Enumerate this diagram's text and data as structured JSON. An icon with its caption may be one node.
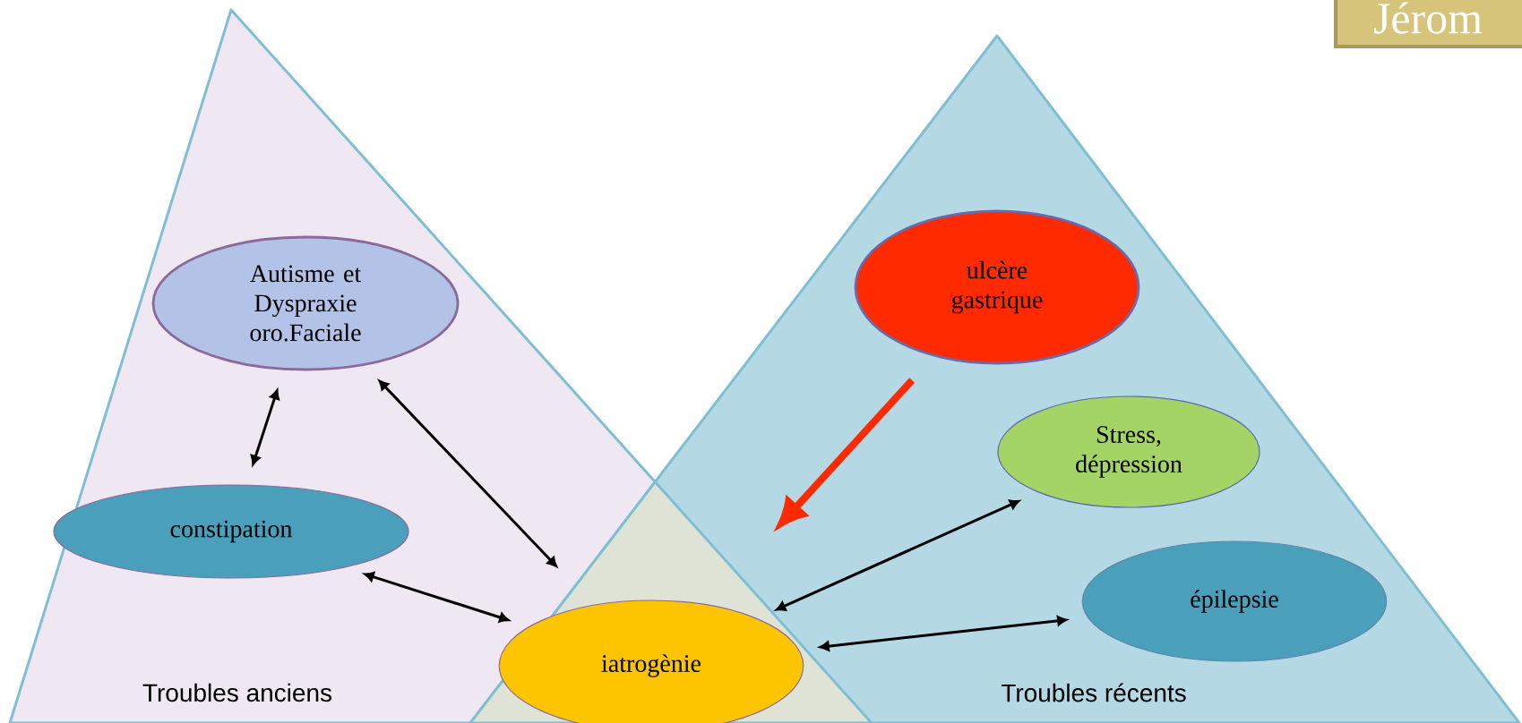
{
  "diagram": {
    "nodes": [
      {
        "text": [
          "Troubles anciens"
        ]
      },
      {
        "text": [
          "Troubles récents"
        ]
      },
      {
        "text": [
          "Autisme et Dyspraxie oro.Faciale"
        ],
        "in": 0
      },
      {
        "text": [
          "constipation"
        ],
        "in": 0
      },
      {
        "text": [
          "ulcère gastrique"
        ],
        "in": 1
      },
      {
        "text": [
          "Stress, dépression"
        ],
        "in": 1
      },
      {
        "text": [
          "épilepsie"
        ],
        "in": 1
      },
      {
        "text": [
          "iatrogènie"
        ]
      }
    ],
    "edges": [
      {
        "from": 2,
        "to": 3,
        "arrow": "both"
      },
      {
        "from": 2,
        "to": 7,
        "arrow": "both"
      },
      {
        "from": 3,
        "to": 7,
        "arrow": "both"
      },
      {
        "from": 4,
        "to": 7,
        "arrow": "to",
        "style": "thick",
        "color": "#ff2a00"
      },
      {
        "from": 5,
        "to": 7,
        "arrow": "both"
      },
      {
        "from": 6,
        "to": 7,
        "arrow": "both"
      }
    ],
    "labels": [
      "Jérom"
    ]
  }
}
